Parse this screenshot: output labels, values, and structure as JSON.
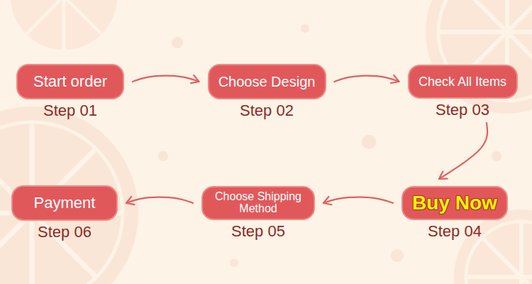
{
  "diagram": {
    "nodes": [
      {
        "text": [
          "Start order",
          "Step 01"
        ]
      },
      {
        "text": [
          "Choose Design",
          "Step 02"
        ]
      },
      {
        "text": [
          "Check All Items",
          "Step 03"
        ]
      },
      {
        "text": [
          "Buy Now",
          "Step 04"
        ]
      },
      {
        "text": [
          "Choose Shipping Method",
          "Step 05"
        ]
      },
      {
        "text": [
          "Payment",
          "Step 06"
        ]
      }
    ],
    "edges": [
      {
        "from": 0,
        "to": 1,
        "arrow": "to"
      },
      {
        "from": 1,
        "to": 2,
        "arrow": "to"
      },
      {
        "from": 2,
        "to": 3,
        "arrow": "to"
      },
      {
        "from": 3,
        "to": 4,
        "arrow": "to"
      },
      {
        "from": 4,
        "to": 5,
        "arrow": "to"
      }
    ]
  }
}
